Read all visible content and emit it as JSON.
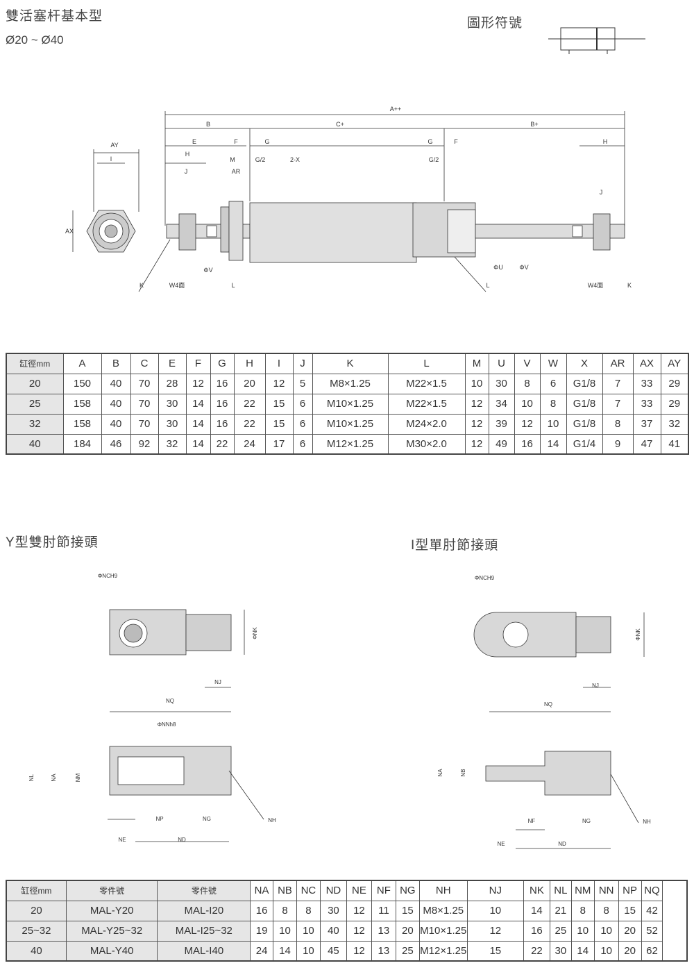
{
  "header": {
    "title": "雙活塞杆基本型",
    "range": "Ø20 ~ Ø40",
    "symbol_label": "圖形符號"
  },
  "drawing": {
    "labels": [
      "A++",
      "B",
      "C+",
      "B+",
      "E",
      "F",
      "G",
      "G",
      "F",
      "H",
      "H",
      "M",
      "G/2",
      "2-X",
      "G/2",
      "AR",
      "J",
      "J",
      "AY",
      "I",
      "AX",
      "K",
      "W4面",
      "ΦV",
      "L",
      "L",
      "ΦU",
      "ΦV",
      "W4面",
      "K"
    ]
  },
  "sections": {
    "y_title": "Y型雙肘節接頭",
    "i_title": "I型單肘節接頭"
  },
  "y_labels": [
    "ΦNCH9",
    "ΦNK",
    "NJ",
    "NQ",
    "ΦNNh8",
    "NL",
    "NA",
    "NM",
    "NP",
    "NG",
    "NH",
    "NE",
    "ND"
  ],
  "i_labels": [
    "ΦNCH9",
    "ΦNK",
    "NJ",
    "NQ",
    "NA",
    "NB",
    "NF",
    "NG",
    "NH",
    "NE",
    "ND"
  ],
  "table1": {
    "headers": [
      "缸徑mm",
      "A",
      "B",
      "C",
      "E",
      "F",
      "G",
      "H",
      "I",
      "J",
      "K",
      "L",
      "M",
      "U",
      "V",
      "W",
      "X",
      "AR",
      "AX",
      "AY"
    ],
    "rows": [
      [
        "20",
        "150",
        "40",
        "70",
        "28",
        "12",
        "16",
        "20",
        "12",
        "5",
        "M8×1.25",
        "M22×1.5",
        "10",
        "30",
        "8",
        "6",
        "G1/8",
        "7",
        "33",
        "29"
      ],
      [
        "25",
        "158",
        "40",
        "70",
        "30",
        "14",
        "16",
        "22",
        "15",
        "6",
        "M10×1.25",
        "M22×1.5",
        "12",
        "34",
        "10",
        "8",
        "G1/8",
        "7",
        "33",
        "29"
      ],
      [
        "32",
        "158",
        "40",
        "70",
        "30",
        "14",
        "16",
        "22",
        "15",
        "6",
        "M10×1.25",
        "M24×2.0",
        "12",
        "39",
        "12",
        "10",
        "G1/8",
        "8",
        "37",
        "32"
      ],
      [
        "40",
        "184",
        "46",
        "92",
        "32",
        "14",
        "22",
        "24",
        "17",
        "6",
        "M12×1.25",
        "M30×2.0",
        "12",
        "49",
        "16",
        "14",
        "G1/4",
        "9",
        "47",
        "41"
      ]
    ]
  },
  "table2": {
    "headers": [
      "缸徑mm",
      "零件號",
      "零件號",
      "NA",
      "NB",
      "NC",
      "ND",
      "NE",
      "NF",
      "NG",
      "NH",
      "NJ",
      "NK",
      "NL",
      "NM",
      "NN",
      "NP",
      "NQ"
    ],
    "rows": [
      [
        "20",
        "MAL-Y20",
        "MAL-I20",
        "16",
        "8",
        "8",
        "30",
        "12",
        "11",
        "15",
        "M8×1.25",
        "10",
        "14",
        "21",
        "8",
        "8",
        "15",
        "42"
      ],
      [
        "25~32",
        "MAL-Y25~32",
        "MAL-I25~32",
        "19",
        "10",
        "10",
        "40",
        "12",
        "13",
        "20",
        "M10×1.25",
        "12",
        "16",
        "25",
        "10",
        "10",
        "20",
        "52"
      ],
      [
        "40",
        "MAL-Y40",
        "MAL-I40",
        "24",
        "14",
        "10",
        "45",
        "12",
        "13",
        "25",
        "M12×1.25",
        "15",
        "22",
        "30",
        "14",
        "10",
        "20",
        "62"
      ]
    ]
  }
}
